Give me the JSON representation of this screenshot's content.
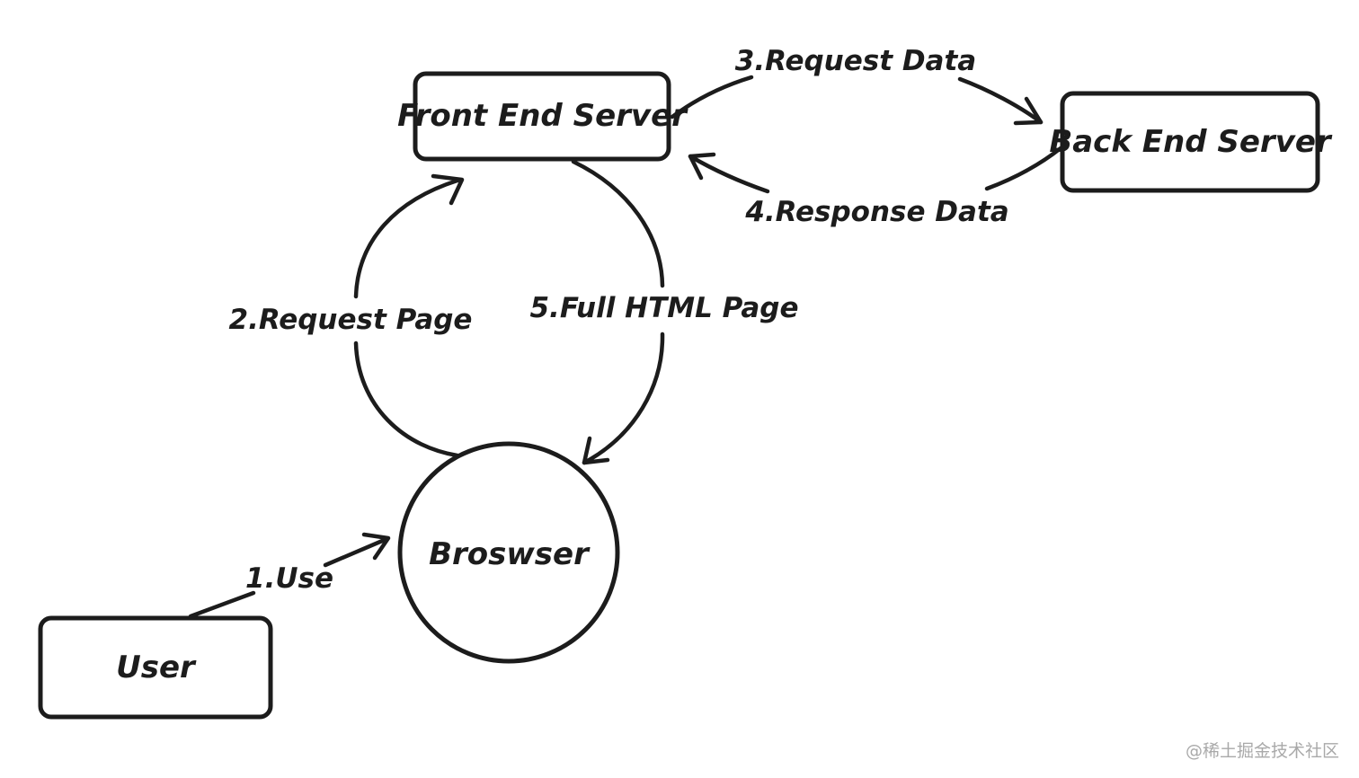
{
  "nodes": {
    "front_end": "Front End Server",
    "back_end": "Back End Server",
    "browser": "Broswser",
    "user": "User"
  },
  "edges": {
    "e1": "1.Use",
    "e2": "2.Request Page",
    "e3": "3.Request Data",
    "e4": "4.Response Data",
    "e5": "5.Full HTML Page"
  },
  "watermark": "@稀土掘金技术社区",
  "colors": {
    "ink": "#1c1c1c",
    "background": "#ffffff",
    "watermark": "#a9a9a9"
  }
}
